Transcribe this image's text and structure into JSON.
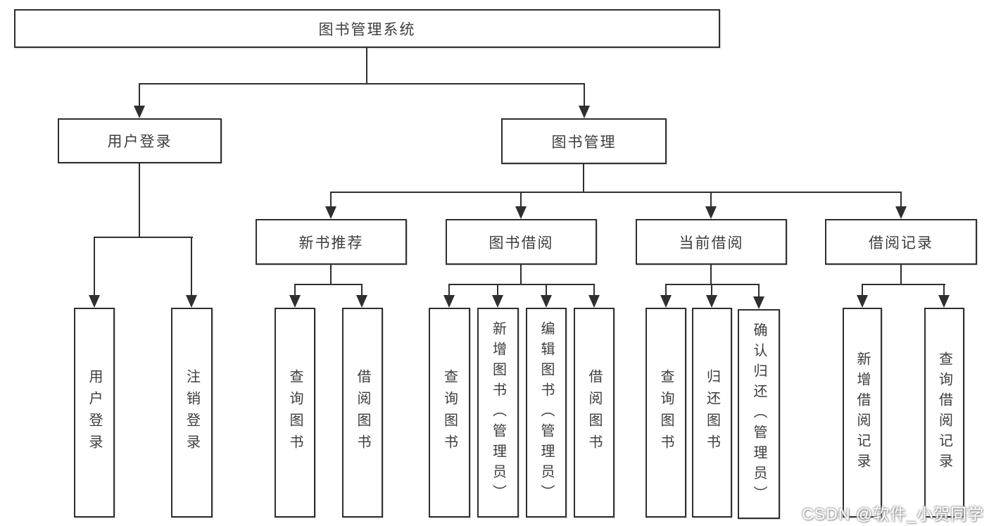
{
  "diagram": {
    "type": "hierarchy-tree",
    "title": "图书管理系统",
    "levels": 3
  },
  "colors": {
    "background": "#ffffff",
    "line": "#2f2f2f",
    "box_border": "#2f2f2f",
    "text": "#3d3d3d",
    "watermark_text": "#ffffff",
    "watermark_halo": "#9a9a9a"
  },
  "nodes": {
    "root": {
      "label": "图书管理系统"
    },
    "user_login": {
      "label": "用户登录"
    },
    "book_mgmt": {
      "label": "图书管理"
    },
    "new_book": {
      "label": "新书推荐"
    },
    "book_borrow": {
      "label": "图书借阅"
    },
    "current_borrow": {
      "label": "当前借阅"
    },
    "borrow_records": {
      "label": "借阅记录"
    },
    "leaf_user_login": {
      "label": "用户登录"
    },
    "leaf_logout": {
      "label": "注销登录"
    },
    "leaf_nb_query": {
      "label": "查询图书"
    },
    "leaf_nb_borrow": {
      "label": "借阅图书"
    },
    "leaf_bb_query": {
      "label": "查询图书"
    },
    "leaf_bb_add": {
      "label": "新增图书（管理员）"
    },
    "leaf_bb_edit": {
      "label": "编辑图书（管理员）"
    },
    "leaf_bb_borrow": {
      "label": "借阅图书"
    },
    "leaf_cb_query": {
      "label": "查询图书"
    },
    "leaf_cb_return": {
      "label": "归还图书"
    },
    "leaf_cb_confirm": {
      "label": "确认归还（管理员）"
    },
    "leaf_br_add": {
      "label": "新增借阅记录"
    },
    "leaf_br_query": {
      "label": "查询借阅记录"
    }
  },
  "structure": {
    "root": [
      "user_login",
      "book_mgmt"
    ],
    "user_login": [
      "leaf_user_login",
      "leaf_logout"
    ],
    "book_mgmt": [
      "new_book",
      "book_borrow",
      "current_borrow",
      "borrow_records"
    ],
    "new_book": [
      "leaf_nb_query",
      "leaf_nb_borrow"
    ],
    "book_borrow": [
      "leaf_bb_query",
      "leaf_bb_add",
      "leaf_bb_edit",
      "leaf_bb_borrow"
    ],
    "current_borrow": [
      "leaf_cb_query",
      "leaf_cb_return",
      "leaf_cb_confirm"
    ],
    "borrow_records": [
      "leaf_br_add",
      "leaf_br_query"
    ]
  },
  "watermark": {
    "text": "CSDN @软件_小贺同学"
  }
}
